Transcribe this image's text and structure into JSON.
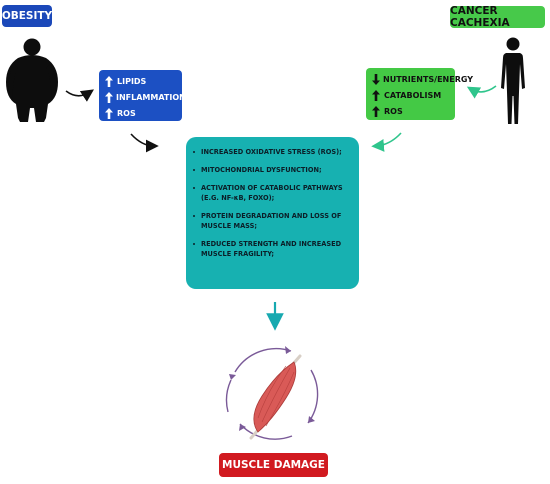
{
  "obesity": {
    "tag": "OBESITY",
    "items": [
      {
        "direction": "up",
        "label": "LIPIDS"
      },
      {
        "direction": "up",
        "label": "INFLAMMATION"
      },
      {
        "direction": "up",
        "label": "ROS"
      }
    ]
  },
  "cachexia": {
    "tag": "CANCER CACHEXIA",
    "items": [
      {
        "direction": "down",
        "label": "NUTRIENTS/ENERGY"
      },
      {
        "direction": "up",
        "label": "CATABOLISM"
      },
      {
        "direction": "up",
        "label": "ROS"
      }
    ]
  },
  "center": {
    "items": [
      "INCREASED OXIDATIVE STRESS (ROS);",
      " MITOCHONDRIAL DYSFUNCTION;",
      "ACTIVATION OF CATABOLIC PATHWAYS (E.G. NF-κB, FOXO);",
      " PROTEIN DEGRADATION AND  LOSS OF MUSCLE MASS;",
      "REDUCED STRENGTH AND INCREASED MUSCLE FRAGILITY;"
    ]
  },
  "outcome": "MUSCLE DAMAGE",
  "colors": {
    "obesity_blue": "#1c50c3",
    "cachexia_green": "#44c945",
    "center_teal": "#17b1b1",
    "damage_red": "#d11a20",
    "muscle": "#d95a57"
  },
  "icons": [
    "obese-person-silhouette",
    "thin-person-silhouette",
    "muscle-cycle-illustration"
  ]
}
